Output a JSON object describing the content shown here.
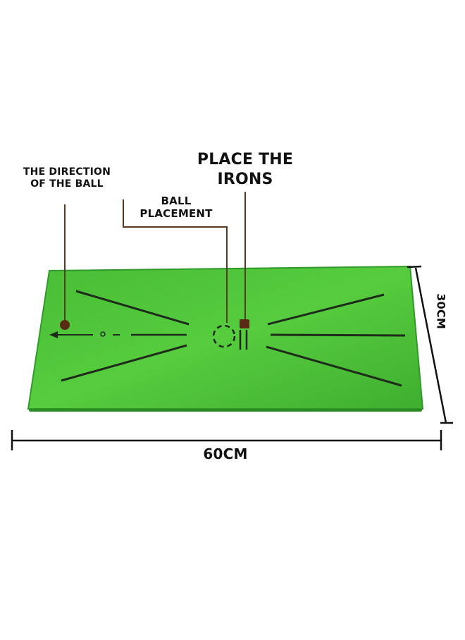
{
  "labels": {
    "direction_line1": "THE DIRECTION",
    "direction_line2": "OF THE BALL",
    "ball_line1": "BALL",
    "ball_line2": "PLACEMENT",
    "irons_line1": "PLACE THE",
    "irons_line2": "IRONS",
    "length": "60CM",
    "width": "30CM"
  },
  "colors": {
    "mat_green": "#4fc43a",
    "mat_edge": "#2f9a2a",
    "marking": "#1e2a1a",
    "pointer": "#5a3a1e",
    "dimension_line": "#111111"
  }
}
